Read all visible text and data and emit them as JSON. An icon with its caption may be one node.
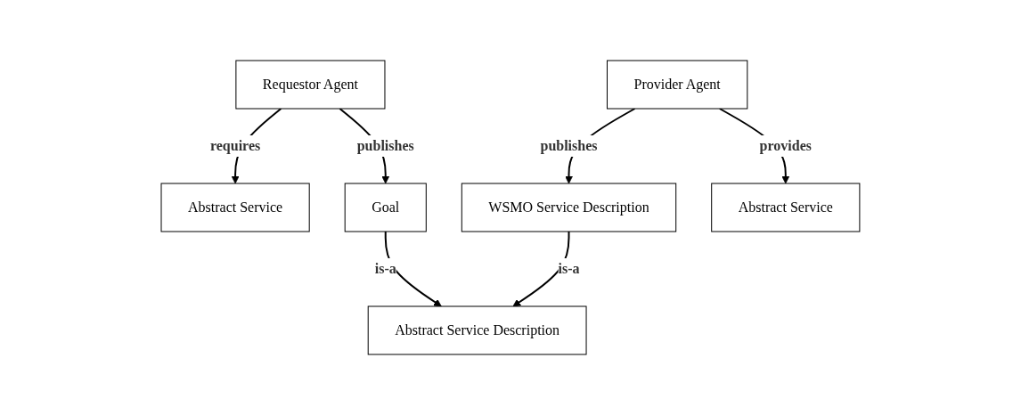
{
  "diagram": {
    "nodes": [
      {
        "text": [
          "Requestor Agent"
        ]
      },
      {
        "text": [
          "Provider Agent"
        ]
      },
      {
        "text": [
          "Abstract Service"
        ]
      },
      {
        "text": [
          "Goal"
        ]
      },
      {
        "text": [
          "WSMO Service Description"
        ]
      },
      {
        "text": [
          "Abstract Service"
        ]
      },
      {
        "text": [
          "Abstract Service Description"
        ]
      }
    ],
    "edges": [
      {
        "from": 0,
        "to": 2,
        "arrow": "to",
        "label": "requires"
      },
      {
        "from": 0,
        "to": 3,
        "arrow": "to",
        "label": "publishes"
      },
      {
        "from": 1,
        "to": 4,
        "arrow": "to",
        "label": "publishes"
      },
      {
        "from": 1,
        "to": 5,
        "arrow": "to",
        "label": "provides"
      },
      {
        "from": 3,
        "to": 6,
        "arrow": "to",
        "label": "is-a"
      },
      {
        "from": 4,
        "to": 6,
        "arrow": "to",
        "label": "is-a"
      }
    ]
  }
}
